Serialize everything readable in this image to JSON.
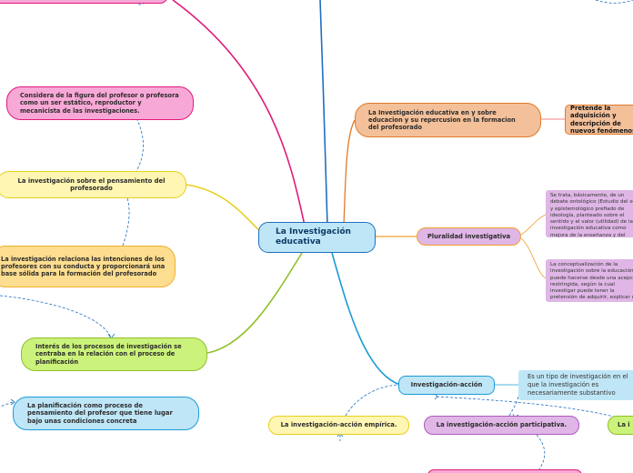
{
  "central": {
    "label": "La Investigación educativa"
  },
  "left_branch": {
    "top_fragment": "",
    "bubble_teacher_figure": "Considera de la figura del profesor o profesora como un ser estático, reproductor y mecanicista de las investigaciones.",
    "thinking": "La investigación sobre el pensamiento del profesorado",
    "relations": "La investigación relaciona las intenciones de los profesores con su conducta y proporcionará una base sólida para la formación del profesorado",
    "interest": "Interés de los procesos de investigación se centraba en la relación con el proceso de planificación",
    "planning": "La planificación como proceso de pensamiento del profesor que tiene lugar bajo unas condiciones concreta"
  },
  "right_branch": {
    "repercussion": "La Investigación educativa en y sobre educacion y su repercusion en la formacion del profesorado",
    "pretends": "Pretende la adquisición y descripción de nuevos fenómenos.",
    "plurality": "Pluralidad investigativa",
    "plurality_note_1": "Se trata, básicamente, de un debate ontológico (Estudio del ser) y epistemológico prefiado de ideología, planteado sobre el sentido y el valor (utilidad) de la investigación educativa como mejora de la enseñanza y del cambio social.",
    "plurality_note_2": "La conceptualización de la investigación sobre la educación puede hacerse desde una acepción restringida, según la cual investigar puede tener la pretensión de adquirir, explicar o describir nuevos conocimientos",
    "action_research": "Investigación-acción",
    "action_note": "Es un tipo de investigación en el que la investigación es necesariamente substantivo",
    "empirical": "La investigación-acción empírica.",
    "participative": "La investigación-acción participativa.",
    "right_cut": "La i"
  },
  "colors": {
    "central": "#bfe6f7",
    "pink": "#f7a8d6",
    "yellow": "#fff6b3",
    "orange": "#fddd8f",
    "green": "#cbf27a",
    "blue": "#bfe6f7",
    "salmon": "#f3c09a",
    "purple": "#dfb6e6",
    "line_pink": "#e0197a",
    "line_blue": "#1f6fbf",
    "line_orange": "#e07a2a",
    "line_yellow": "#e7cf1e",
    "line_green": "#8fbf2a",
    "line_cyan": "#1a9bd6"
  }
}
